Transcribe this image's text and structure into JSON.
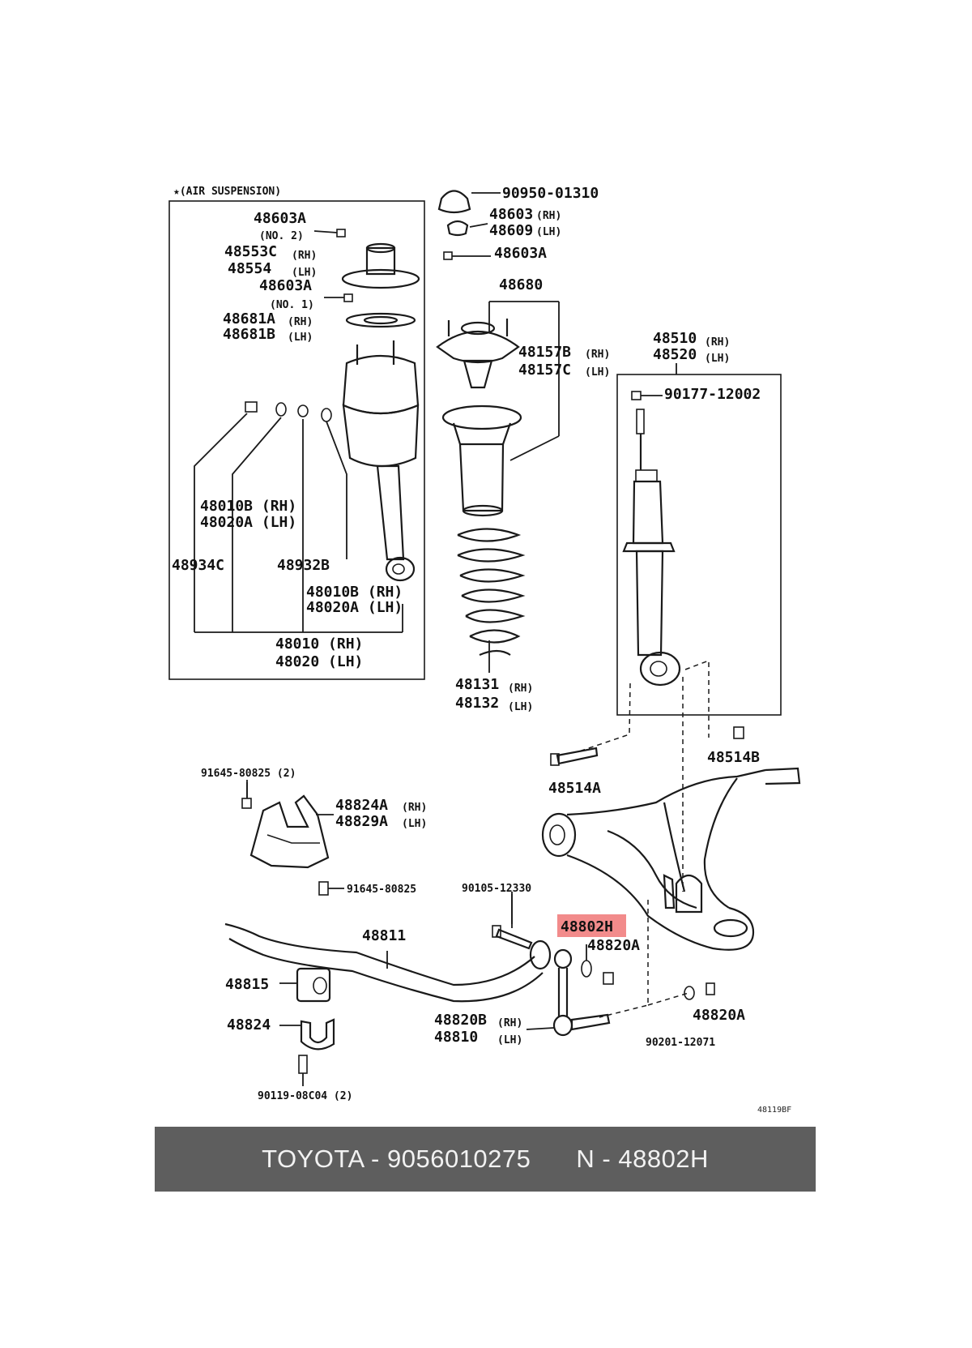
{
  "diagram": {
    "section_title": "★(AIR SUSPENSION)",
    "figure_code": "48119BF",
    "highlight_color": "#f28b8b",
    "banner_color": "#5e5e5e",
    "banner_text_color": "#f2f2f2",
    "labels": {
      "l_48603a_top": "48603A",
      "l_no2": "(NO. 2)",
      "l_48553c": "48553C",
      "l_rh1": "(RH)",
      "l_48554": "48554",
      "l_lh1": "(LH)",
      "l_48603a_mid": "48603A",
      "l_no1": "(NO. 1)",
      "l_48681a": "48681A",
      "l_rh2": "(RH)",
      "l_48681b": "48681B",
      "l_lh2": "(LH)",
      "l_48010b_a": "48010B (RH)",
      "l_48020a_a": "48020A (LH)",
      "l_48934c": "48934C",
      "l_48932b": "48932B",
      "l_48010b_b": "48010B (RH)",
      "l_48020a_b": "48020A (LH)",
      "l_48010": "48010 (RH)",
      "l_48020": "48020 (LH)",
      "l_90950": "90950-01310",
      "l_48603": "48603",
      "l_rh3": "(RH)",
      "l_48609": "48609",
      "l_lh3": "(LH)",
      "l_48603a_r": "48603A",
      "l_48680": "48680",
      "l_48157b": "48157B",
      "l_rh4": "(RH)",
      "l_48157c": "48157C",
      "l_lh4": "(LH)",
      "l_48131": "48131",
      "l_rh5": "(RH)",
      "l_48132": "48132",
      "l_lh5": "(LH)",
      "l_48510": "48510",
      "l_rh6": "(RH)",
      "l_48520": "48520",
      "l_lh6": "(LH)",
      "l_90177": "90177-12002",
      "l_48514b": "48514B",
      "l_48514a": "48514A",
      "l_91645_2": "91645-80825 (2)",
      "l_48824a": "48824A",
      "l_rh7": "(RH)",
      "l_48829a": "48829A",
      "l_lh7": "(LH)",
      "l_91645": "91645-80825",
      "l_90105": "90105-12330",
      "l_48802h": "48802H",
      "l_48820a_1": "48820A",
      "l_48811": "48811",
      "l_48815": "48815",
      "l_48824": "48824",
      "l_48820b": "48820B",
      "l_rh8": "(RH)",
      "l_48810": "48810",
      "l_lh8": "(LH)",
      "l_48820a_2": "48820A",
      "l_90201": "90201-12071",
      "l_90119": "90119-08C04 (2)"
    }
  },
  "banner": {
    "left_text": "TOYOTA - 9056010275",
    "right_text": "N - 48802H"
  }
}
